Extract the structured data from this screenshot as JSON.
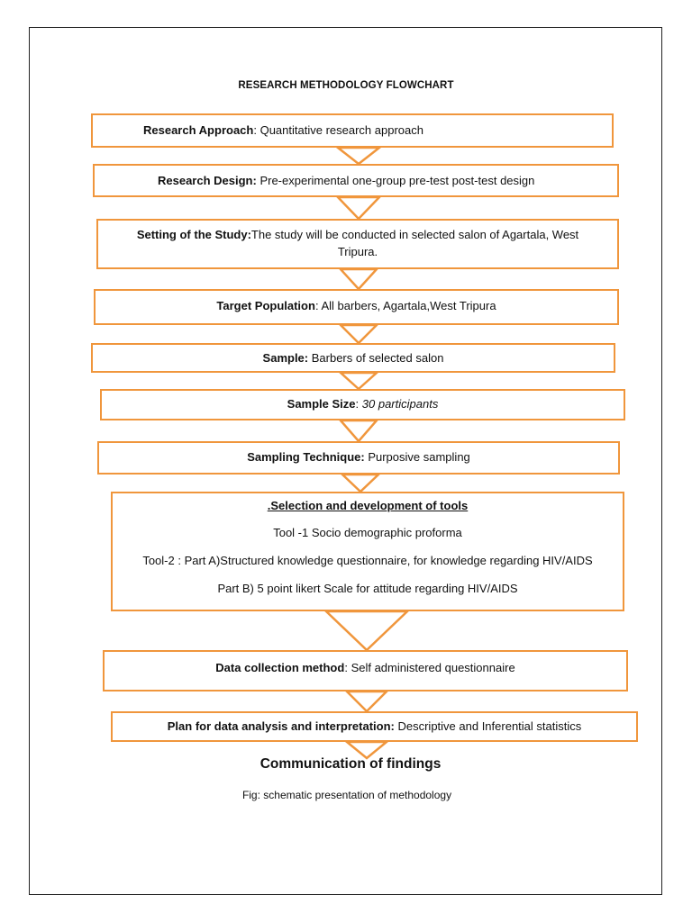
{
  "title": "RESEARCH METHODOLOGY FLOWCHART",
  "steps": [
    {
      "label": "Research Approach",
      "text": " Quantitative research approach"
    },
    {
      "label": "Research Design:",
      "text": " Pre-experimental one-group pre-test post-test design"
    },
    {
      "label": "Setting of the Study:",
      "text": "The study will be conducted in selected salon of Agartala, West",
      "text2": "Tripura."
    },
    {
      "label": "Target Population",
      "text": " All barbers, Agartala,West Tripura"
    },
    {
      "label": "Sample:",
      "text": " Barbers of selected salon"
    },
    {
      "label": "Sample Size",
      "text": " 30 participants"
    },
    {
      "label": "Sampling Technique:",
      "text": " Purposive sampling"
    },
    {
      "label": ".Selection and development of tools",
      "lines": [
        "Tool -1 Socio demographic proforma",
        "Tool-2 : Part A)Structured knowledge questionnaire, for knowledge regarding HIV/AIDS",
        "Part B) 5 point likert Scale for attitude regarding HIV/AIDS"
      ]
    },
    {
      "label": "Data collection method",
      "text": " Self administered questionnaire"
    },
    {
      "label": "Plan for data analysis and interpretation:",
      "text": " Descriptive and Inferential statistics"
    }
  ],
  "final": "Communication of findings",
  "caption": "Fig: schematic presentation of methodology",
  "colors": {
    "border": "#f0963c",
    "frame": "#222222"
  }
}
